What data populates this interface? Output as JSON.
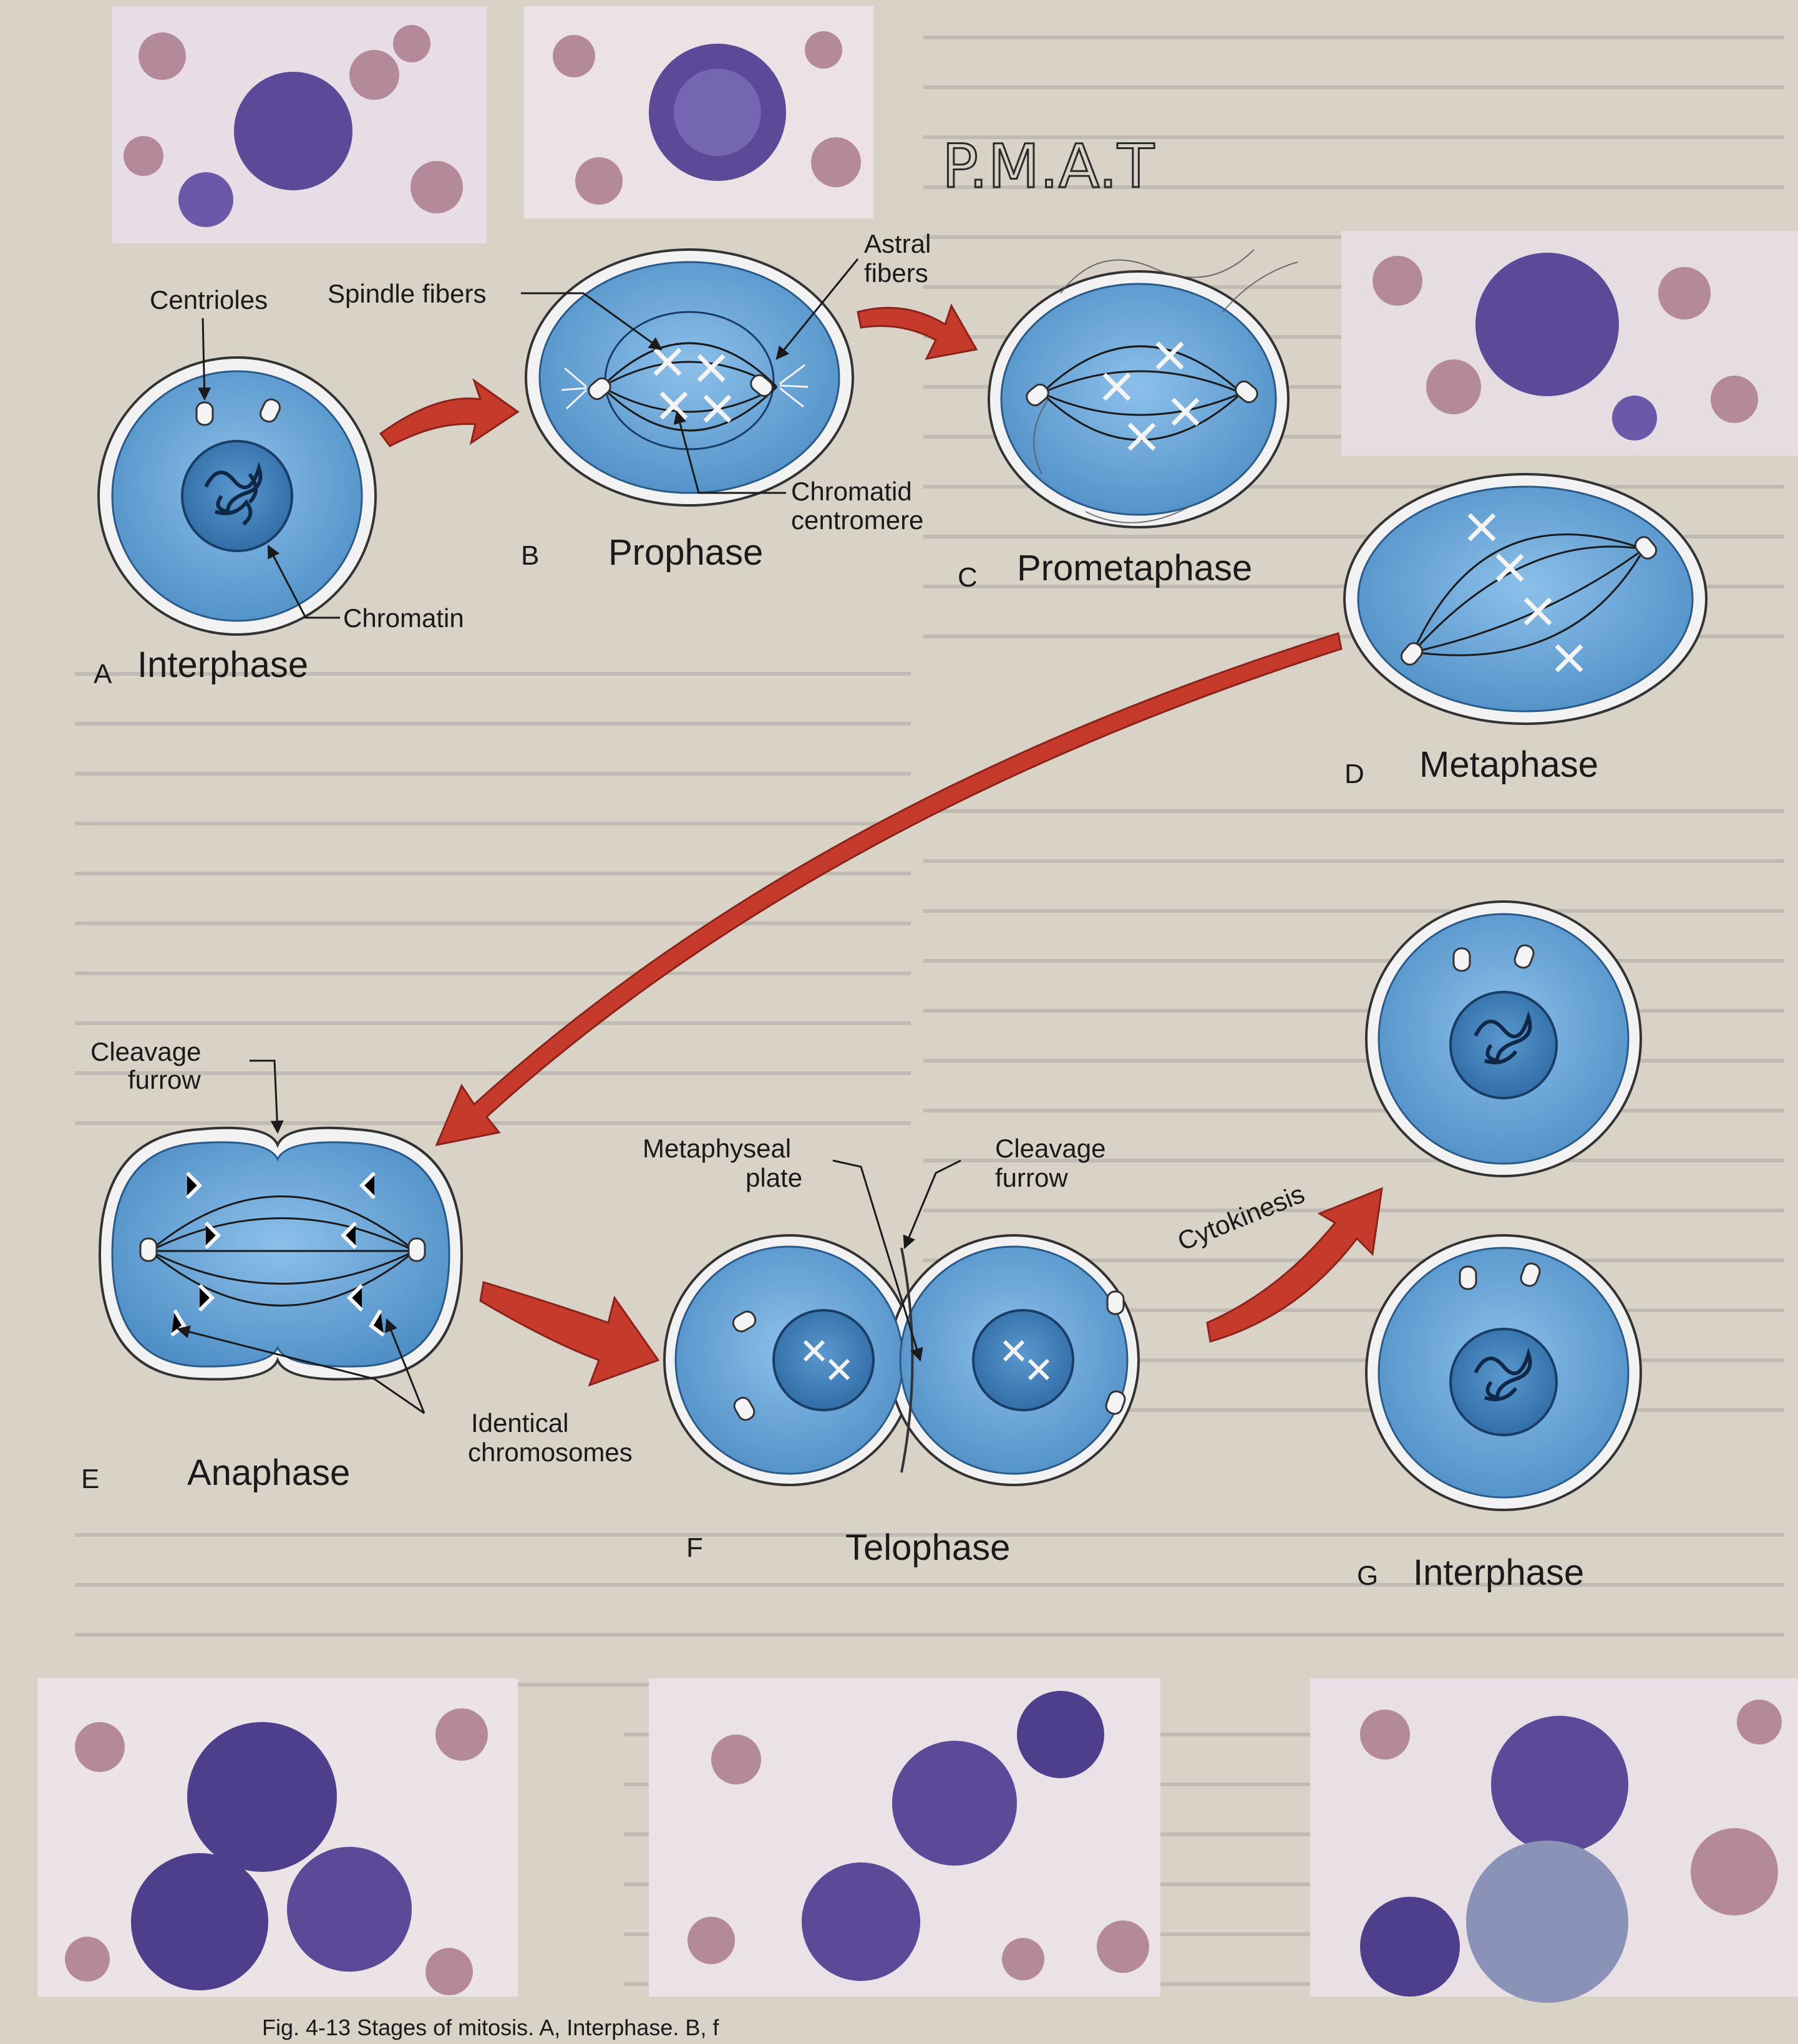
{
  "handwritten_note": "P.M.A.T",
  "stages": [
    {
      "letter": "A",
      "name": "Interphase"
    },
    {
      "letter": "B",
      "name": "Prophase"
    },
    {
      "letter": "C",
      "name": "Prometaphase"
    },
    {
      "letter": "D",
      "name": "Metaphase"
    },
    {
      "letter": "E",
      "name": "Anaphase"
    },
    {
      "letter": "F",
      "name": "Telophase"
    },
    {
      "letter": "G",
      "name": "Interphase"
    }
  ],
  "labels": {
    "centrioles": "Centrioles",
    "chromatin": "Chromatin",
    "spindle_fibers": "Spindle fibers",
    "astral_fibers_1": "Astral",
    "astral_fibers_2": "fibers",
    "chromatid_centromere_1": "Chromatid",
    "chromatid_centromere_2": "centromere",
    "cleavage_furrow_e_1": "Cleavage",
    "cleavage_furrow_e_2": "furrow",
    "identical_chromosomes_1": "Identical",
    "identical_chromosomes_2": "chromosomes",
    "metaphyseal_plate_1": "Metaphyseal",
    "metaphyseal_plate_2": "plate",
    "cleavage_furrow_f_1": "Cleavage",
    "cleavage_furrow_f_2": "furrow",
    "cytokinesis": "Cytokinesis"
  },
  "caption_fragment": "Fig. 4-13 Stages of mitosis. A, Interphase. B, f",
  "colors": {
    "page": "#d9d2c7",
    "cell_fill": "#6aa3d4",
    "cell_rim": "#f2f2f2",
    "nucleus": "#3f7fb8",
    "arrow": "#c63a2c",
    "stain_purple": "#5b4a98",
    "stain_rbc": "#b48a9a"
  }
}
